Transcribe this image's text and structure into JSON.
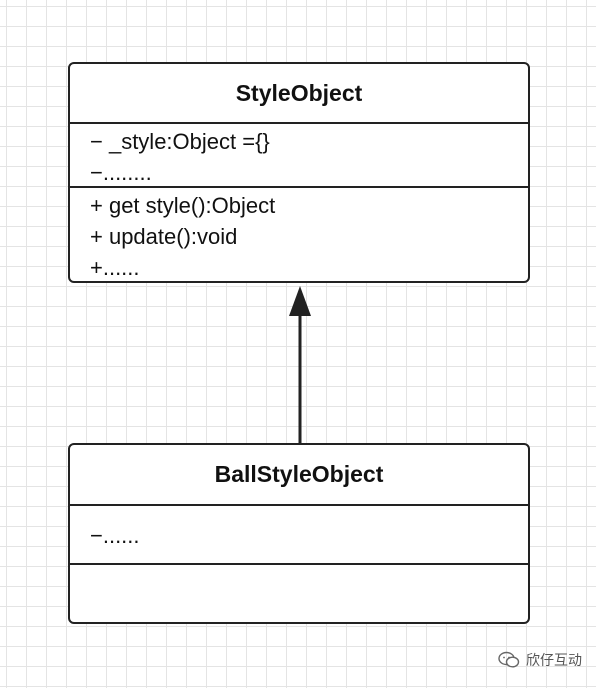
{
  "classes": [
    {
      "name": "StyleObject",
      "attributes": [
        "− _style:Object ={}",
        "−........"
      ],
      "methods": [
        "+ get style():Object",
        "+ update():void",
        "+......"
      ]
    },
    {
      "name": "BallStyleObject",
      "attributes": [
        "−......"
      ],
      "methods": []
    }
  ],
  "relationship": {
    "type": "inheritance",
    "from": "BallStyleObject",
    "to": "StyleObject"
  },
  "watermark": {
    "text": "欣仔互动",
    "icon": "wechat-icon"
  },
  "colors": {
    "line": "#222222",
    "grid": "#e4e4e4",
    "background": "#ffffff"
  }
}
